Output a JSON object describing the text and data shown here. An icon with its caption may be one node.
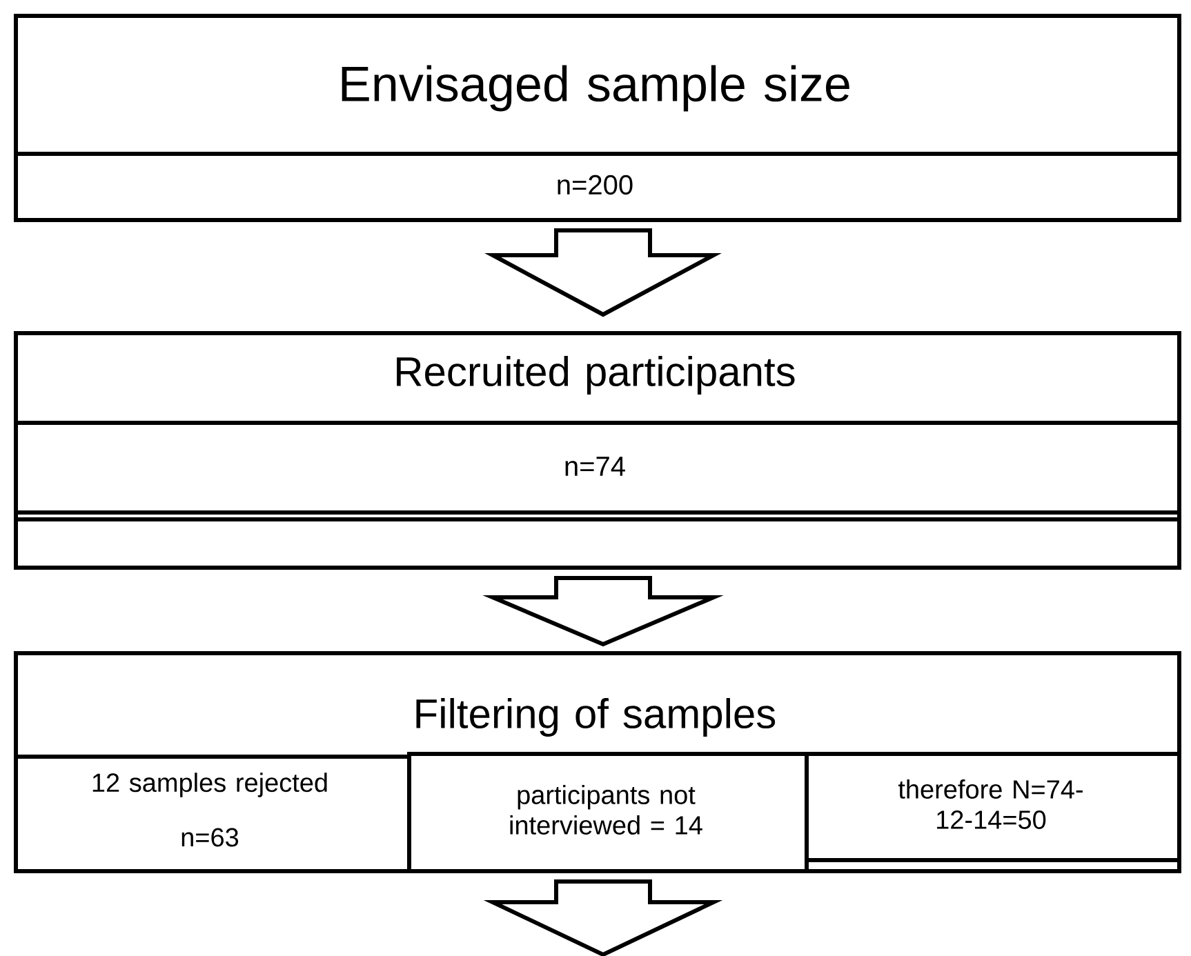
{
  "diagram": {
    "nodes": [
      {
        "text": [
          "Envisaged sample size"
        ]
      },
      {
        "text": [
          "n=200"
        ]
      },
      {
        "text": [
          "Recruited participants"
        ]
      },
      {
        "text": [
          "n=74"
        ],
        "in": 2
      },
      {
        "text": [],
        "shape": "box",
        "in": 2
      },
      {
        "text": [
          "Filtering of samples"
        ]
      },
      {
        "text": [
          "12 samples rejected",
          "n=63"
        ],
        "in": 5
      },
      {
        "text": [
          "participants not interviewed = 14"
        ],
        "in": 5
      },
      {
        "text": [
          "therefore N=74-12-14=50"
        ],
        "in": 5
      }
    ],
    "edges": [
      {
        "from": 1,
        "to": 2,
        "arrow": "to"
      },
      {
        "from": 2,
        "to": 5,
        "arrow": "to"
      },
      {
        "from": 5,
        "to": null,
        "arrow": "to"
      }
    ]
  }
}
